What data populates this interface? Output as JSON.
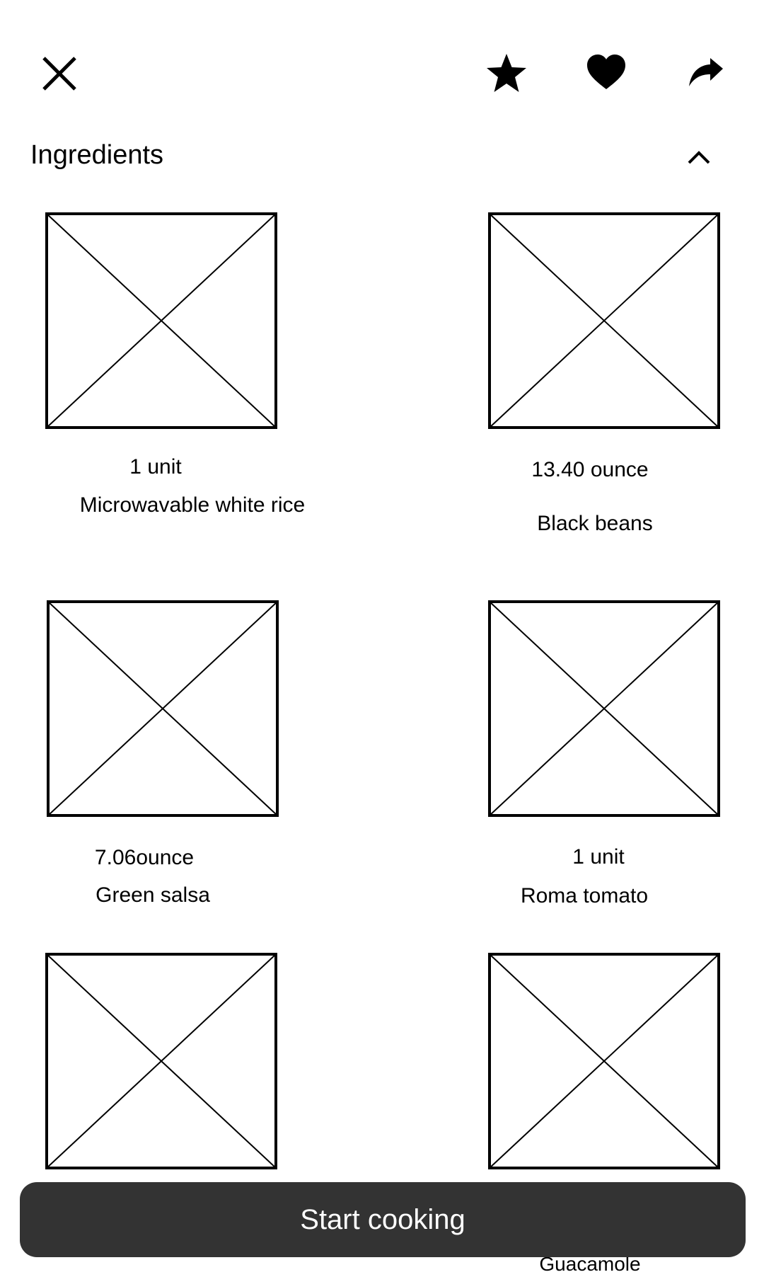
{
  "header": {
    "close_icon": "close-icon",
    "favorite_icon": "star-icon",
    "like_icon": "heart-icon",
    "share_icon": "share-icon"
  },
  "section": {
    "title": "Ingredients",
    "toggle_icon": "chevron-up-icon"
  },
  "ingredients": [
    {
      "quantity": "1 unit",
      "name": "Microwavable white rice"
    },
    {
      "quantity": "13.40 ounce",
      "name": "Black beans"
    },
    {
      "quantity": "7.06ounce",
      "name": "Green salsa"
    },
    {
      "quantity": "1 unit",
      "name": "Roma tomato"
    },
    {
      "quantity": "",
      "name": ""
    },
    {
      "quantity": "",
      "name": "Guacamole"
    }
  ],
  "cta": {
    "label": "Start cooking"
  }
}
